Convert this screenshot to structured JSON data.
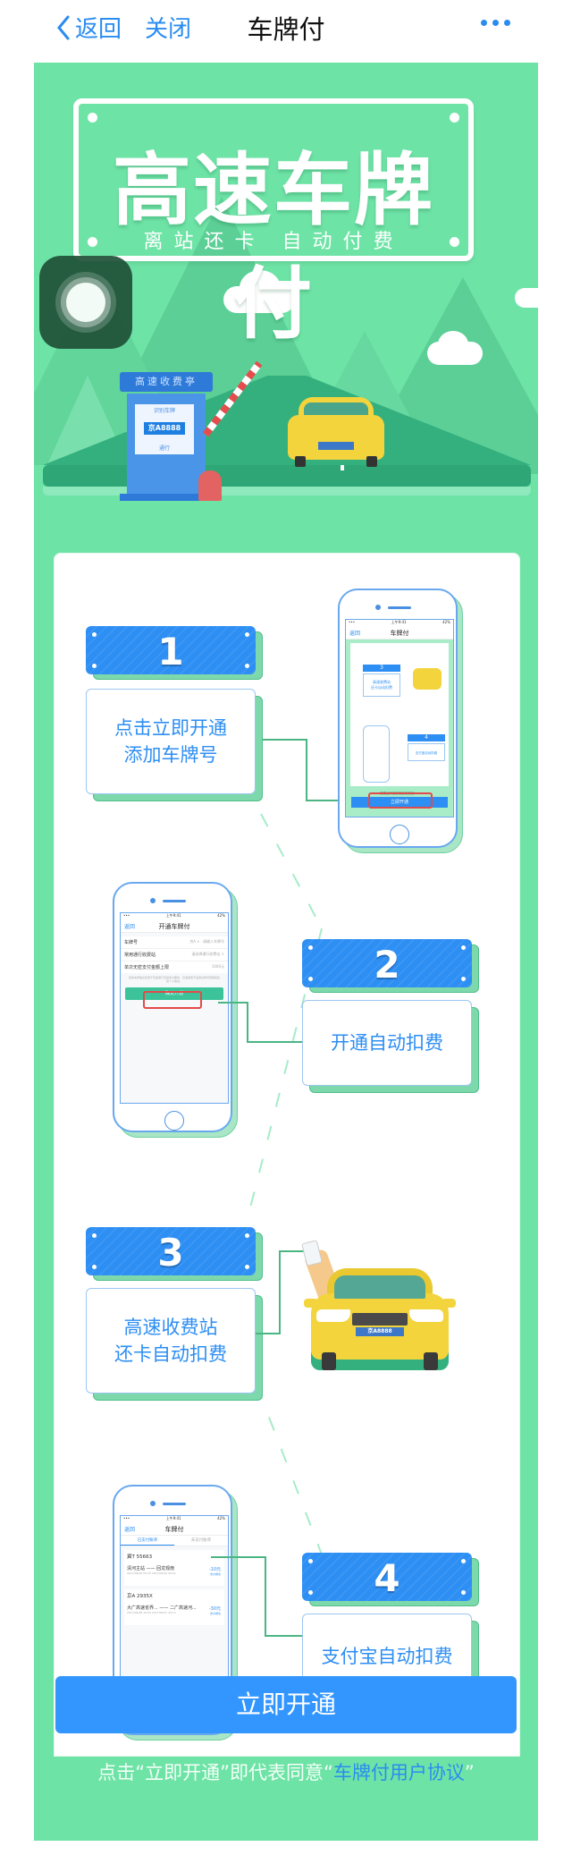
{
  "navbar": {
    "back_label": "返回",
    "close_label": "关闭",
    "title": "车牌付",
    "more_icon": "more-dots-icon"
  },
  "hero": {
    "title": "高速车牌付",
    "subtitle": "离站还卡  自动付费",
    "booth_sign": "高速收费亭",
    "booth_panel_top": "识别车牌",
    "booth_plate": "京A8888",
    "booth_panel_bottom": "通行",
    "car_plate": "京A8888"
  },
  "assistive_touch": {
    "icon": "assistive-touch-icon"
  },
  "steps": [
    {
      "number": "1",
      "lines": [
        "点击立即开通",
        "添加车牌号"
      ],
      "phone": {
        "status_time": "上午9:41",
        "status_battery": "42%",
        "back": "返回",
        "title": "车牌付",
        "mini_step3_num": "3",
        "mini_step3_text": [
          "高速收费站",
          "还卡自动扣费"
        ],
        "mini_step4_num": "4",
        "mini_step4_text": "支付宝自动扣费",
        "hint": "查看已开通的高速收费站>>",
        "button": "立即开通"
      }
    },
    {
      "number": "2",
      "lines": [
        "开通自动扣费"
      ],
      "phone": {
        "status_time": "上午9:41",
        "status_battery": "42%",
        "back": "返回",
        "title": "开通车牌付",
        "rows": [
          {
            "label": "车牌号",
            "value": "京A ∨ · 请输入车牌号"
          },
          {
            "label": "常用通行收费站",
            "value": "请选择通行收费站 >"
          },
          {
            "label": "单次无密支付金额上限",
            "value": "1000元"
          }
        ],
        "note": "您的车牌信息仅用于高速通行无感支付服务，高速收费不会通过你同意授权给的个人信息。",
        "button": "确认开通"
      }
    },
    {
      "number": "3",
      "lines": [
        "高速收费站",
        "还卡自动扣费"
      ],
      "car_plate": "京A8888"
    },
    {
      "number": "4",
      "lines": [
        "支付宝自动扣费"
      ],
      "phone": {
        "status_time": "上午9:41",
        "status_battery": "42%",
        "back": "返回",
        "title": "车牌付",
        "tabs": [
          "已支付账单",
          "未支付账单"
        ],
        "bills": [
          {
            "plate": "冀T 55663",
            "route": "清河主站 —— 回龙观南",
            "amount": "-10元",
            "status": "支付成功",
            "time": "2017/06/20 09:20  2017/06/20 09:51"
          },
          {
            "plate": "京A 2935X",
            "route": "大广高速省界... —— 二广高速河...",
            "amount": "-30元",
            "status": "支付成功",
            "time": "2017/06/08 16:00  2017/06/21 20:12"
          }
        ]
      }
    }
  ],
  "footer": {
    "cta_label": "立即开通",
    "agree_prefix": "点击“立即开通”即代表同意“",
    "agree_link": "车牌付用户协议",
    "agree_suffix": "”"
  },
  "colors": {
    "page_bg": "#6ee3a6",
    "accent_blue": "#3396ff",
    "link_blue": "#2a8cf0",
    "badge_blue": "#2d8ef3",
    "shadow_green": "#7dd9ac",
    "highlight_red": "#e24b4b"
  }
}
